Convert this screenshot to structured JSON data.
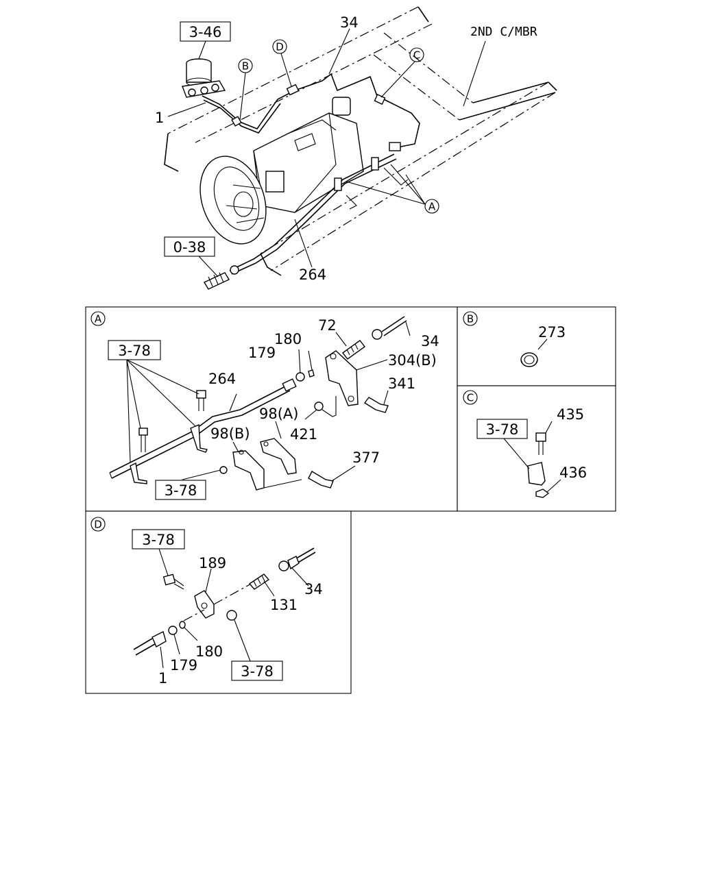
{
  "overview": {
    "frame_note": "2ND C/MBR",
    "callouts": {
      "ref_3_46": "3-46",
      "ref_0_38": "0-38",
      "p34": "34",
      "p1": "1",
      "p264": "264"
    },
    "view_markers": [
      "A",
      "B",
      "C",
      "D"
    ]
  },
  "panel_a": {
    "marker": "A",
    "ref_box_1": "3-78",
    "ref_box_2": "3-78",
    "labels": {
      "p72": "72",
      "p34": "34",
      "p180": "180",
      "p179": "179",
      "p304b": "304(B)",
      "p264": "264",
      "p341": "341",
      "p98a": "98(A)",
      "p98b": "98(B)",
      "p421": "421",
      "p377": "377"
    }
  },
  "panel_b": {
    "marker": "B",
    "labels": {
      "p273": "273"
    }
  },
  "panel_c": {
    "marker": "C",
    "ref_box": "3-78",
    "labels": {
      "p435": "435",
      "p436": "436"
    }
  },
  "panel_d": {
    "marker": "D",
    "ref_box_1": "3-78",
    "ref_box_2": "3-78",
    "labels": {
      "p189": "189",
      "p34": "34",
      "p131": "131",
      "p180": "180",
      "p179": "179",
      "p1": "1"
    }
  }
}
